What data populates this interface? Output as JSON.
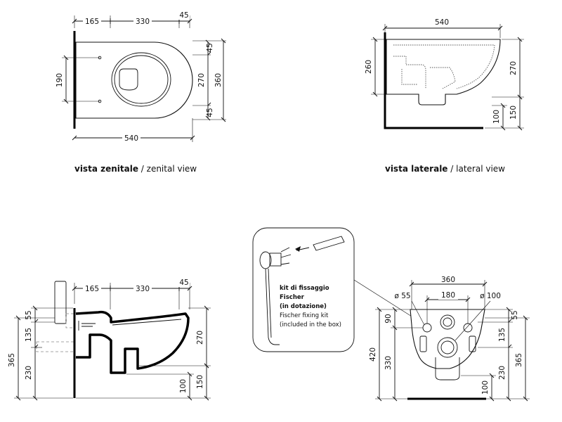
{
  "views": {
    "top": {
      "caption_it": "vista zenitale",
      "caption_sep": " / ",
      "caption_en": "zenital view",
      "dims": {
        "top_a": "165",
        "top_b": "330",
        "top_c": "45",
        "left": "190",
        "right_a": "45",
        "right_b": "270",
        "right_c": "45",
        "right_total": "360",
        "bottom": "540"
      }
    },
    "lateral": {
      "caption_it": "vista laterale",
      "caption_sep": " / ",
      "caption_en": "lateral view",
      "dims": {
        "top": "540",
        "left": "260",
        "right": "270",
        "right_low_a": "100",
        "right_low_b": "150"
      }
    },
    "section": {
      "dims": {
        "top_a": "165",
        "top_b": "330",
        "top_c": "45",
        "left_a": "55",
        "left_b": "135",
        "left_c": "230",
        "left_total": "365",
        "right_a": "270",
        "right_b": "100",
        "right_c": "150"
      }
    },
    "rear": {
      "dims": {
        "width": "360",
        "hole_left": "ø 55",
        "spacing": "180",
        "hole_right": "ø 100",
        "left_a": "90",
        "left_b": "330",
        "left_total": "420",
        "right_a": "55",
        "right_b": "135",
        "right_c": "230",
        "right_total": "365",
        "bottom": "100"
      }
    }
  },
  "kit": {
    "title_it_1": "kit di fissaggio",
    "title_it_2": "Fischer",
    "title_it_3": "(in dotazione)",
    "title_en_1": "Fischer fixing kit",
    "title_en_2": "(included in the box)"
  }
}
